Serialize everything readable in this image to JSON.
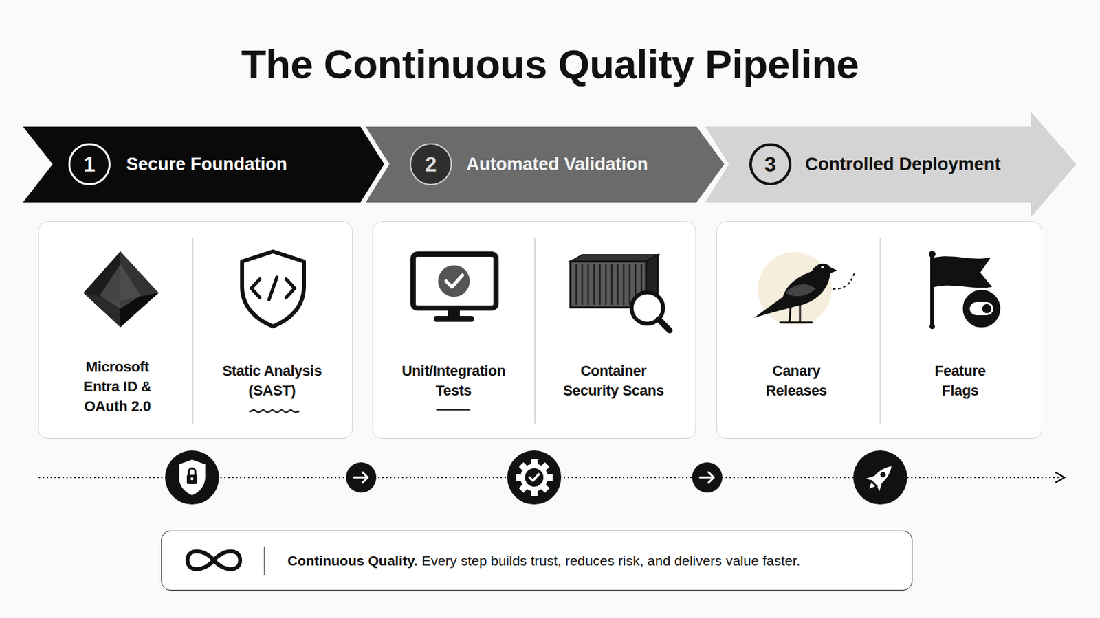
{
  "diagram": {
    "title": "The Continuous Quality Pipeline",
    "nodes": [
      {
        "text": [
          "Secure Foundation"
        ]
      },
      {
        "text": [
          "1"
        ],
        "in": 0
      },
      {
        "text": [
          "Automated Validation"
        ]
      },
      {
        "text": [
          "2"
        ],
        "in": 2
      },
      {
        "text": [
          "Controlled Deployment"
        ]
      },
      {
        "text": [
          "3"
        ],
        "in": 4
      },
      {
        "text": [
          "Microsoft Entra ID & OAuth 2.0",
          "Static Analysis (SAST)"
        ]
      },
      {
        "text": [
          "Unit/Integration Tests",
          "Container Security Scans"
        ]
      },
      {
        "text": [
          "Canary Releases",
          "Feature Flags"
        ]
      },
      {
        "text": [
          "Continuous Quality.",
          "Every step builds trust, reduces risk, and delivers value faster."
        ]
      }
    ]
  }
}
